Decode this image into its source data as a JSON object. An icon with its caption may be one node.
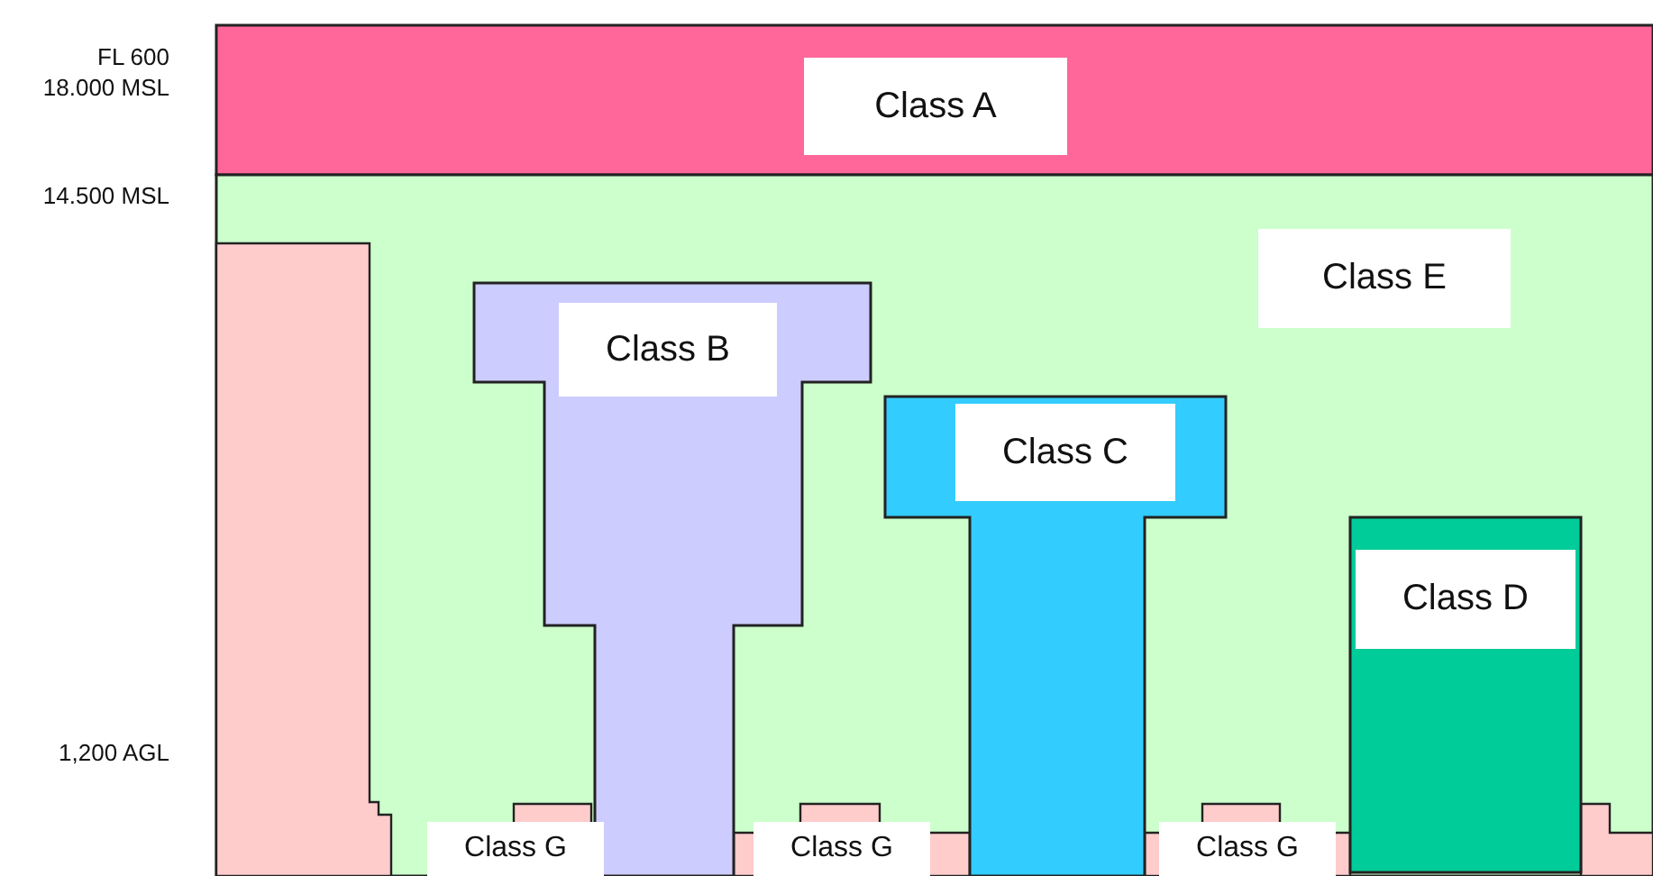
{
  "diagram": {
    "nodes": [
      {
        "text": [
          "Class A"
        ]
      },
      {
        "text": [
          "Class E"
        ]
      },
      {
        "text": [
          "Class B"
        ],
        "in": 1
      },
      {
        "text": [
          "Class C"
        ],
        "in": 1
      },
      {
        "text": [
          "Class D"
        ],
        "in": 1
      },
      {
        "text": [
          "Class G"
        ],
        "in": 1
      },
      {
        "text": [
          "Class G"
        ],
        "in": 1
      },
      {
        "text": [
          "Class G"
        ],
        "in": 1
      }
    ],
    "labels": [
      "FL 600",
      "18.000 MSL",
      "14.500 MSL",
      "1,200 AGL"
    ]
  }
}
